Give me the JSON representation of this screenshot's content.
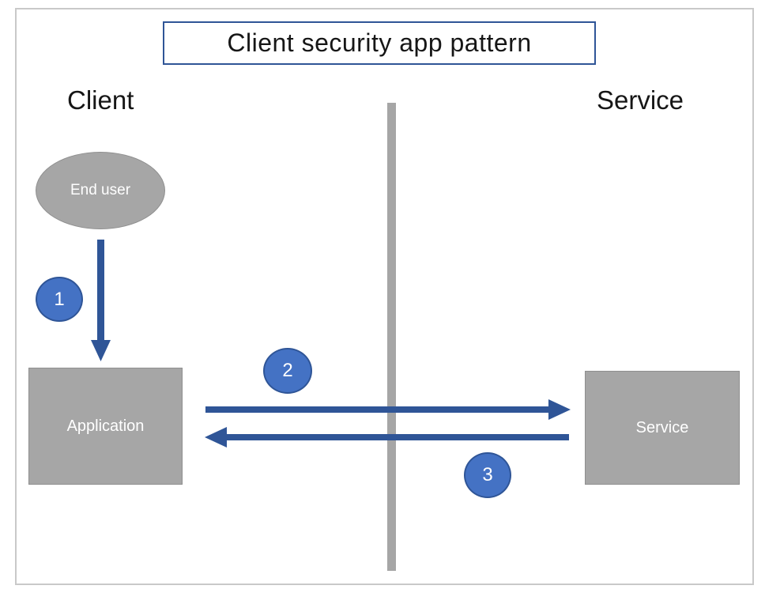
{
  "diagram": {
    "title": "Client security app pattern",
    "sections": {
      "left_label": "Client",
      "right_label": "Service"
    },
    "nodes": {
      "end_user": {
        "label": "End user",
        "shape": "ellipse"
      },
      "application": {
        "label": "Application",
        "shape": "rectangle"
      },
      "service": {
        "label": "Service",
        "shape": "rectangle"
      }
    },
    "steps": [
      {
        "number": "1",
        "from": "End user",
        "to": "Application",
        "direction": "down"
      },
      {
        "number": "2",
        "from": "Application",
        "to": "Service",
        "direction": "right"
      },
      {
        "number": "3",
        "from": "Service",
        "to": "Application",
        "direction": "left"
      }
    ],
    "colors": {
      "node_fill": "#a6a6a6",
      "node_border": "#8f8f8f",
      "node_text": "#ffffff",
      "arrow": "#2f5597",
      "badge_fill": "#4472c4",
      "badge_border": "#2f5597",
      "title_border": "#2f5597",
      "divider": "#a6a6a6",
      "frame_border": "#c9c9c9",
      "title_text": "#161616"
    }
  }
}
